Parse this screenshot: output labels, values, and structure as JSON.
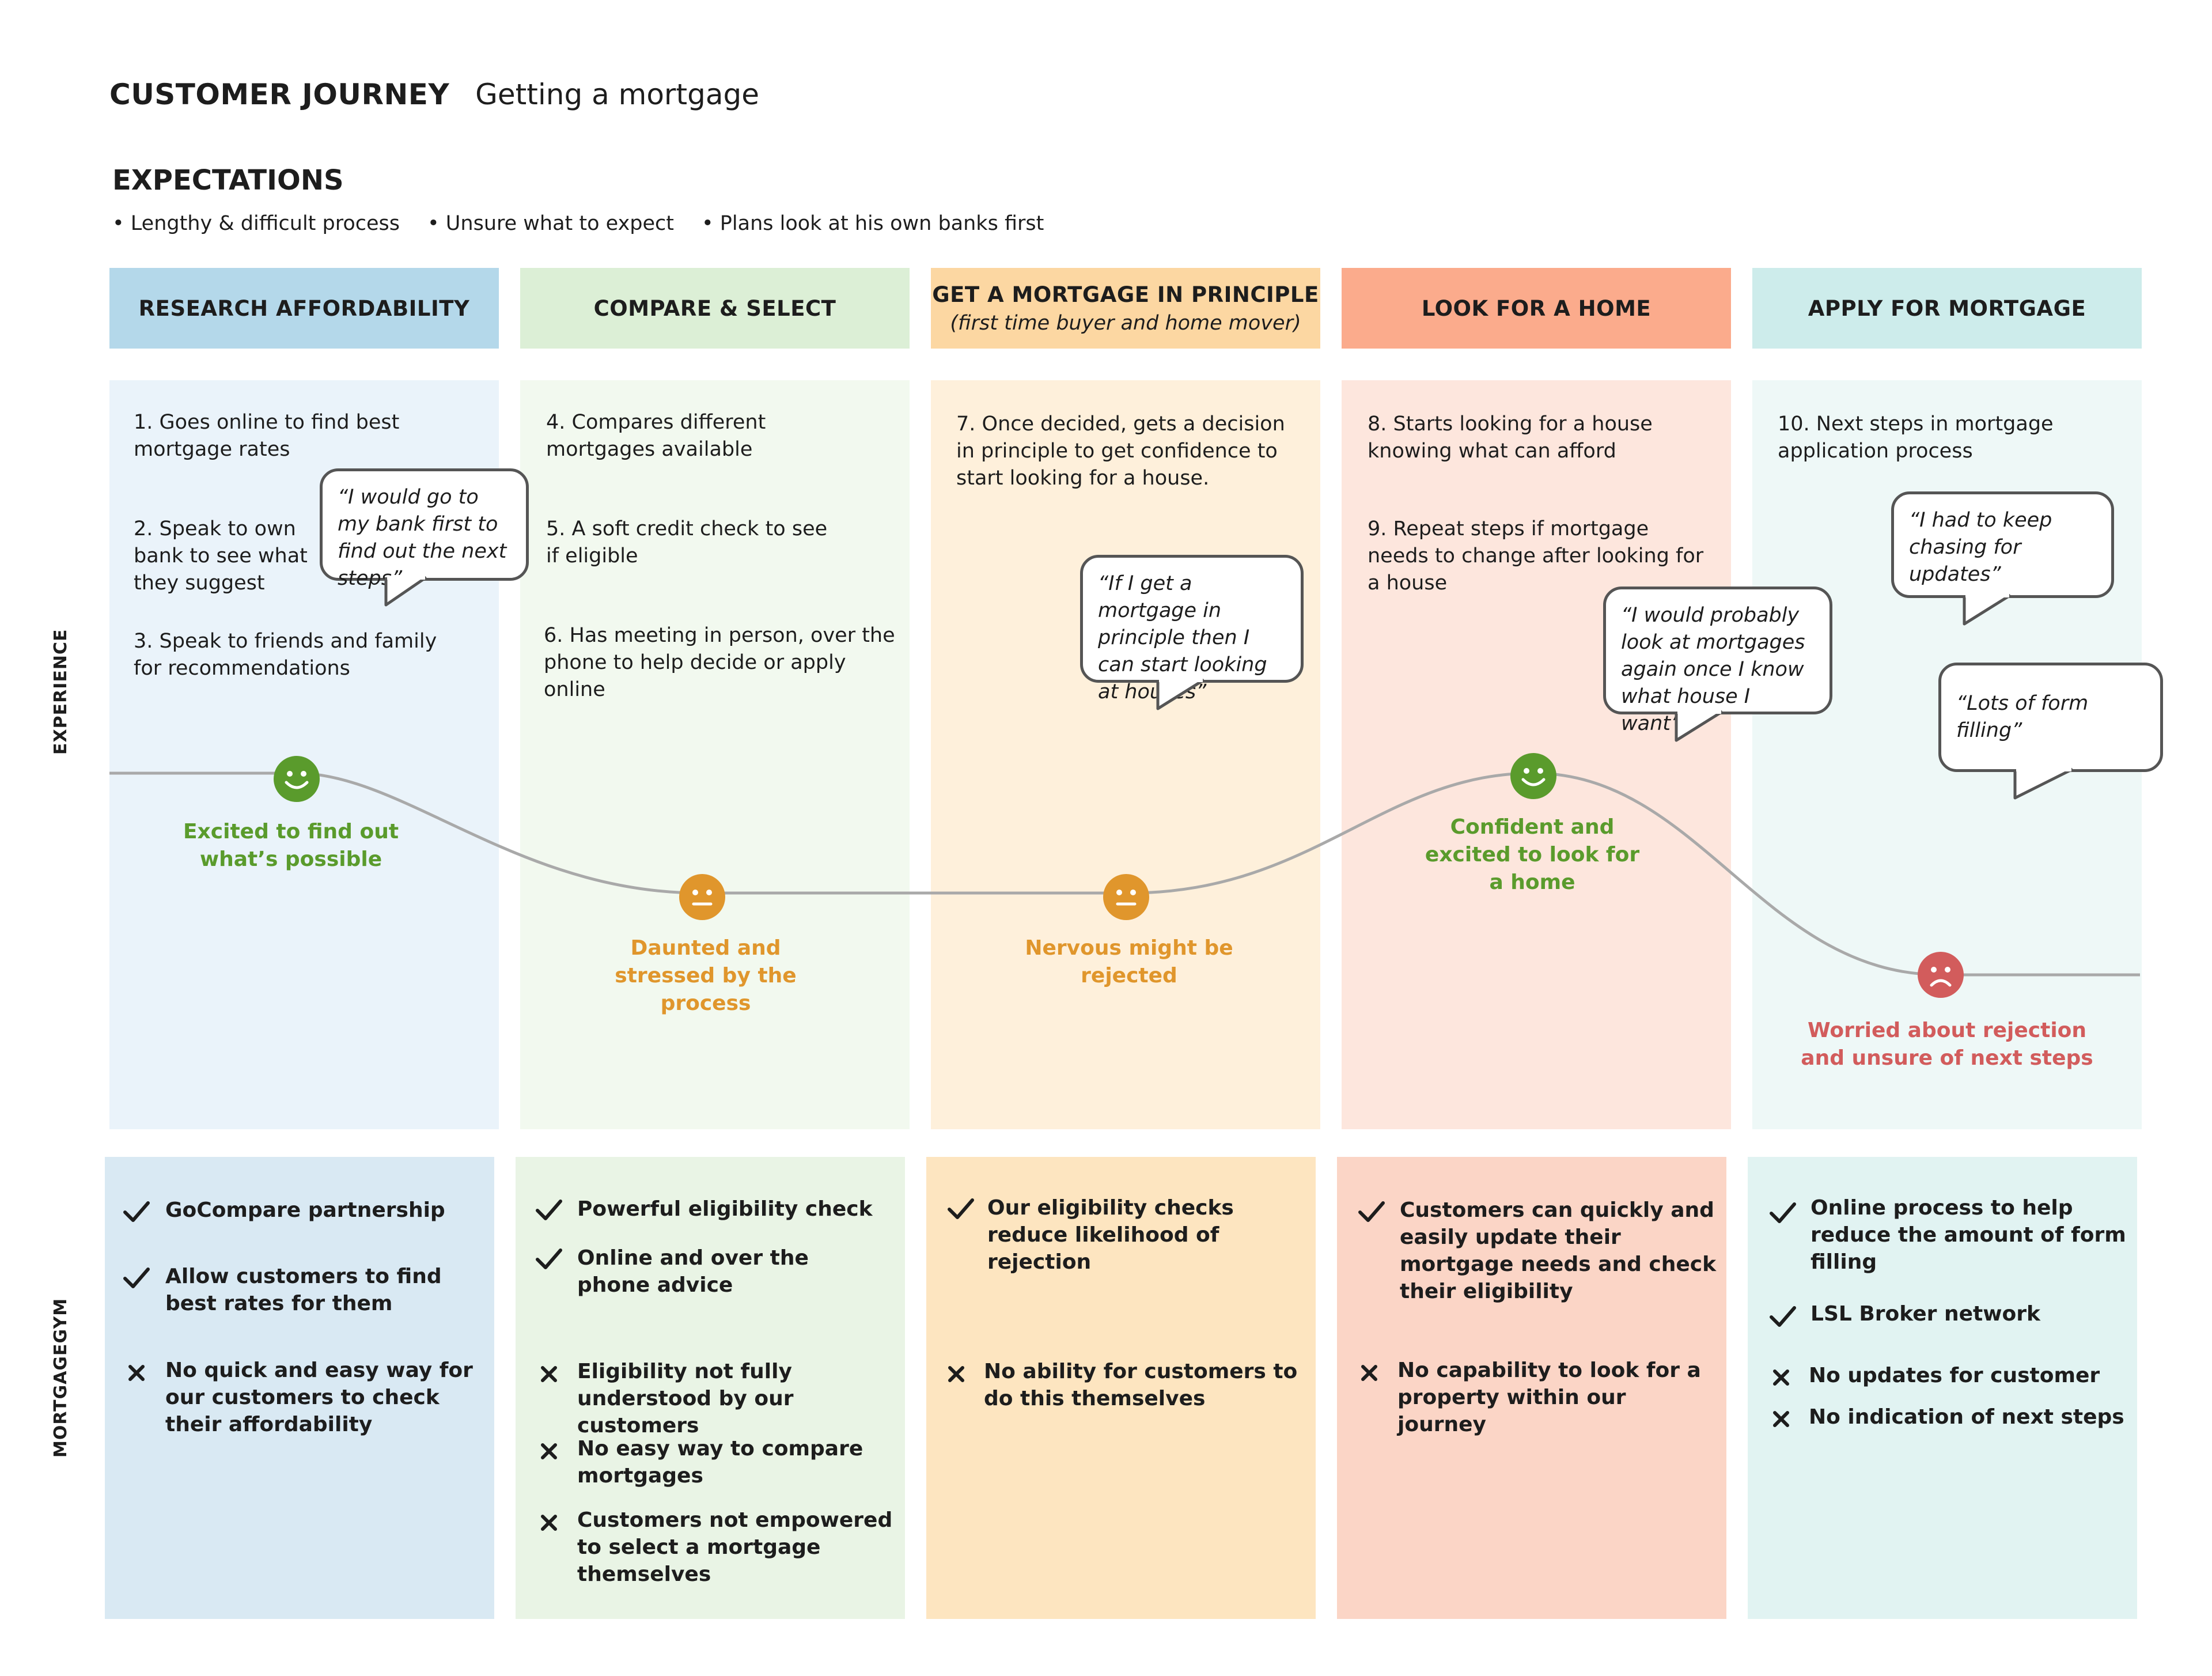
{
  "header": {
    "title_bold": "CUSTOMER JOURNEY",
    "title_sub": "Getting a mortgage"
  },
  "expectations": {
    "heading": "EXPECTATIONS",
    "items": [
      "• Lengthy & difficult process",
      "• Unsure what to expect",
      "• Plans look at his own banks first"
    ]
  },
  "row_labels": {
    "experience": "EXPERIENCE",
    "mortgagegym": "MORTGAGEGYM"
  },
  "colors": {
    "research": "#b4d8ea",
    "compare": "#dcefd6",
    "principle": "#fcd7a2",
    "home": "#fbab8c",
    "apply": "#cdeceb",
    "research_light": "#eaf3fa",
    "compare_light": "#f2f9ef",
    "principle_light": "#fef0db",
    "home_light": "#fde6dd",
    "apply_light": "#eef8f7",
    "research_mg": "#d9e9f3",
    "compare_mg": "#e9f4e5",
    "principle_mg": "#fde5c0",
    "home_mg": "#fbd5c6",
    "apply_mg": "#e1f3f2",
    "happy": "#5a9b2c",
    "neutral": "#e0962c",
    "sad": "#d25c5c"
  },
  "stages": [
    {
      "label": "RESEARCH AFFORDABILITY",
      "note": ""
    },
    {
      "label": "COMPARE & SELECT",
      "note": ""
    },
    {
      "label": "GET A MORTGAGE IN PRINCIPLE",
      "note": "(first time buyer and home mover)"
    },
    {
      "label": "LOOK FOR A HOME",
      "note": ""
    },
    {
      "label": "APPLY FOR MORTGAGE",
      "note": ""
    }
  ],
  "experience": {
    "col1": {
      "step1": "1. Goes online to find best mortgage rates",
      "step2": "2. Speak to own bank to see what they suggest",
      "step3": "3. Speak to friends and family for recommendations",
      "quote": "“I would go to my bank first to find out the next steps”",
      "feeling": "Excited to find out what’s possible"
    },
    "col2": {
      "step4": "4. Compares different mortgages available",
      "step5": "5. A soft credit check to see if eligible",
      "step6": "6. Has meeting in person, over the phone to help decide or apply online",
      "feeling": "Daunted and stressed by the process"
    },
    "col3": {
      "step7": "7. Once decided, gets a decision in principle to get confidence to start looking for a house.",
      "quote": "“If I get a mortgage in principle then I can start looking at houses”",
      "feeling": "Nervous might be rejected"
    },
    "col4": {
      "step8": "8. Starts looking for a house knowing what can afford",
      "step9": "9. Repeat steps if mortgage needs to change after looking for a house",
      "quote": "“I would probably look at mortgages again once I know what house I want”",
      "feeling": "Confident and excited to look for a home"
    },
    "col5": {
      "step10": "10. Next steps in mortgage application process",
      "quote1": "“I had to keep chasing for updates”",
      "quote2": "“Lots of form filling”",
      "feeling": "Worried about rejection and unsure of next steps"
    }
  },
  "mortgagegym": {
    "col1": [
      {
        "type": "check",
        "text": "GoCompare partnership"
      },
      {
        "type": "check",
        "text": "Allow customers to find best rates for them"
      },
      {
        "type": "cross",
        "text": "No quick and easy way for our customers to check their affordability"
      }
    ],
    "col2": [
      {
        "type": "check",
        "text": "Powerful eligibility check"
      },
      {
        "type": "check",
        "text": "Online and over the phone advice"
      },
      {
        "type": "cross",
        "text": "Eligibility not fully understood by our customers"
      },
      {
        "type": "cross",
        "text": "No easy way to compare mortgages"
      },
      {
        "type": "cross",
        "text": "Customers not empowered to select a mortgage themselves"
      }
    ],
    "col3": [
      {
        "type": "check",
        "text": "Our eligibility checks reduce likelihood of rejection"
      },
      {
        "type": "cross",
        "text": "No ability for customers to do this themselves"
      }
    ],
    "col4": [
      {
        "type": "check",
        "text": "Customers can quickly and easily update their mortgage needs and check their eligibility"
      },
      {
        "type": "cross",
        "text": "No capability to look for a property within our journey"
      }
    ],
    "col5": [
      {
        "type": "check",
        "text": "Online process to help reduce the amount of form filling"
      },
      {
        "type": "check",
        "text": "LSL Broker network"
      },
      {
        "type": "cross",
        "text": "No updates for customer"
      },
      {
        "type": "cross",
        "text": "No indication of next steps"
      }
    ]
  }
}
